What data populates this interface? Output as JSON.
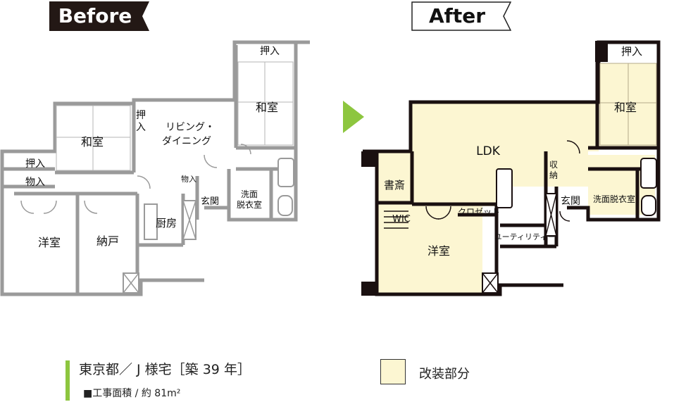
{
  "before": {
    "title": "Before",
    "rooms": {
      "oshiire_top": "押入",
      "washitsu_right": "和室",
      "oshi_vertical_1": "押",
      "oshi_vertical_2": "入",
      "living_1": "リビング・",
      "living_2": "ダイニング",
      "washitsu_left": "和室",
      "oshiire_left": "押入",
      "monoire_left": "物入",
      "monoire_mid": "物入",
      "genkan": "玄関",
      "senmen_1": "洗面",
      "senmen_2": "脱衣室",
      "youshitsu": "洋室",
      "nando": "納戸",
      "kitchen": "厨房"
    }
  },
  "after": {
    "title": "After",
    "rooms": {
      "oshiire_top": "押入",
      "washitsu": "和室",
      "ldk": "LDK",
      "shosai": "書斎",
      "wic": "WIC",
      "closet": "クロゼット",
      "shuno_1": "収",
      "shuno_2": "納",
      "utility": "ユーティリティー",
      "genkan": "玄関",
      "senmen": "洗面脱衣室",
      "youshitsu": "洋室"
    }
  },
  "caption": {
    "title": "東京都／ J 様宅［築 39 年］",
    "area": "■工事面積 / 約 81m²"
  },
  "legend": {
    "label": "改装部分",
    "swatch_color": "#fcf6d2"
  },
  "colors": {
    "before_wall": "#9a9a9a",
    "after_wall": "#1a1010",
    "highlight": "#fcf6d2",
    "arrow": "#8dc63f"
  }
}
